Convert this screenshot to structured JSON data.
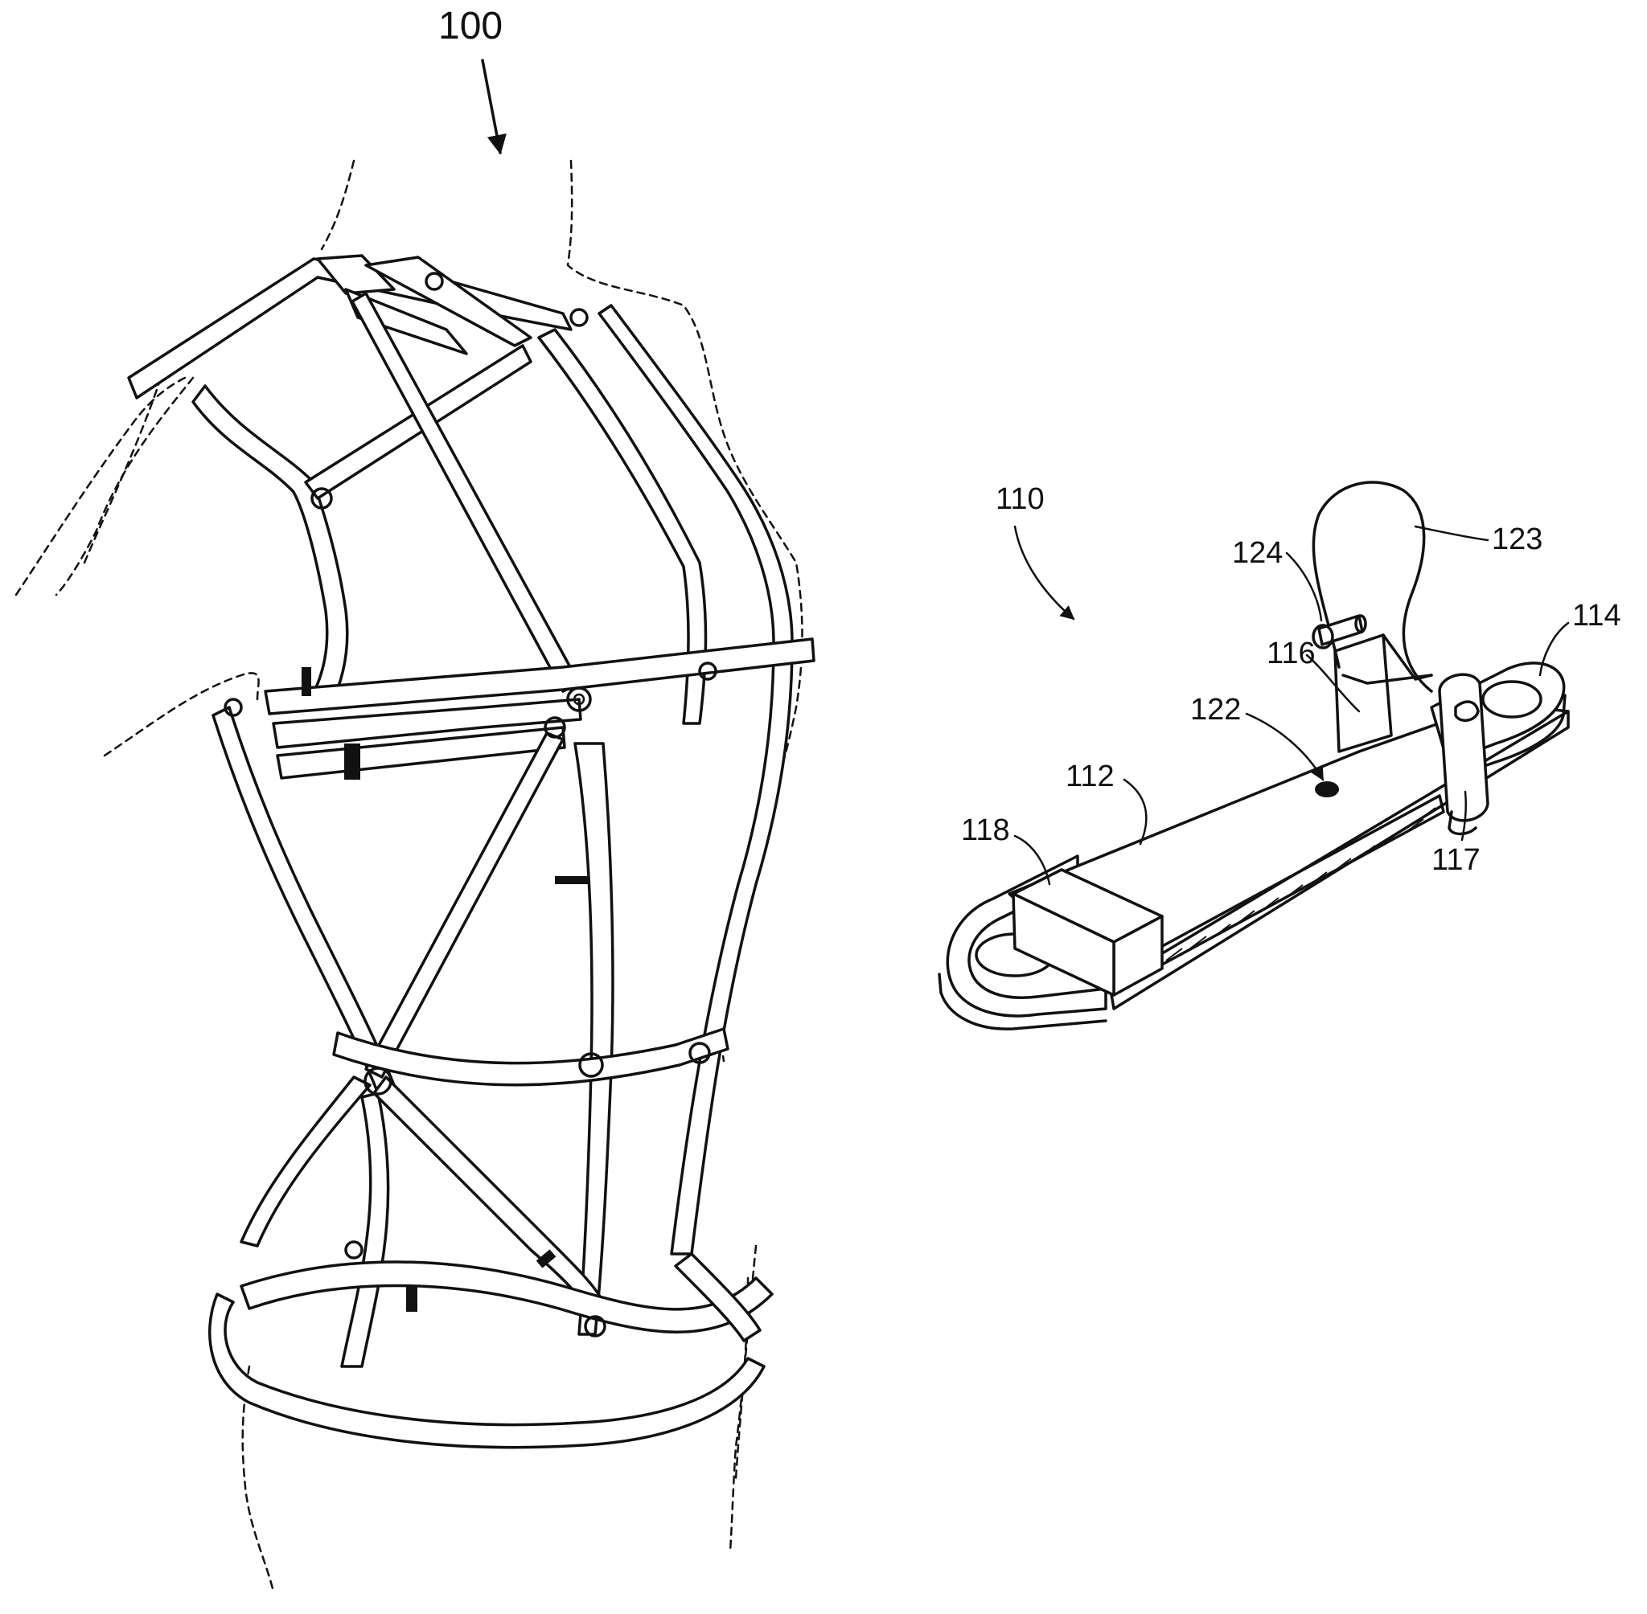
{
  "figure": {
    "labels": {
      "garment": "100",
      "device": "110",
      "body": "112",
      "loop_end": "114",
      "upright": "116",
      "clip": "117",
      "sleeve": "118",
      "dot": "122",
      "loop": "123",
      "pin": "124"
    }
  }
}
